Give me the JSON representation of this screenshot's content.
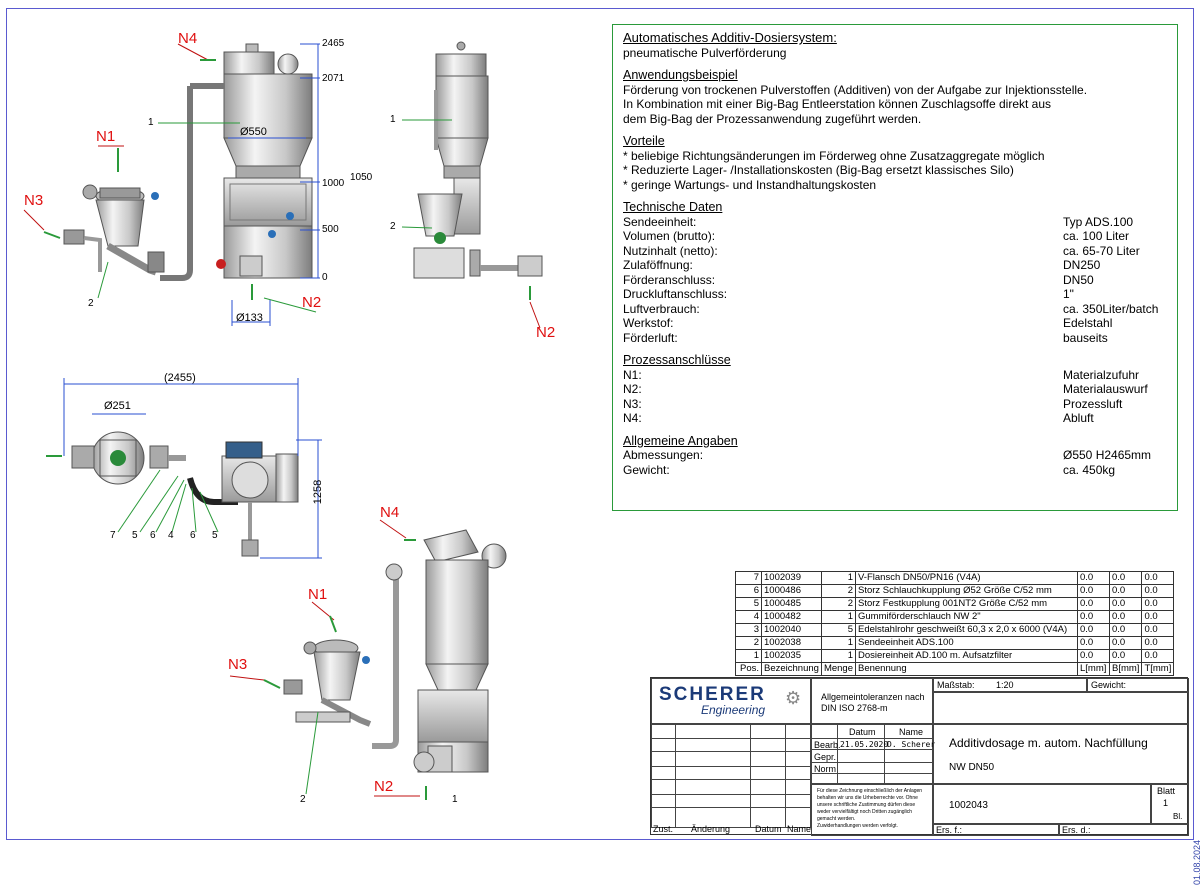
{
  "info": {
    "title": "Automatisches  Additiv-Dosiersystem:",
    "subtitle": "pneumatische Pulverförderung",
    "section1_title": "Anwendungsbeispiel",
    "section1_lines": [
      "Förderung von trockenen Pulverstoffen (Additiven) von der Aufgabe zur Injektionsstelle.",
      "In Kombination mit einer Big-Bag Entleerstation können Zuschlagsoffe direkt aus",
      "dem Big-Bag der Prozessanwendung zugeführt werden."
    ],
    "section2_title": "Vorteile",
    "section2_lines": [
      "* beliebige Richtungsänderungen im Förderweg ohne Zusatzaggregate möglich",
      "* Reduzierte Lager- /Installationskosten (Big-Bag ersetzt klassisches Silo)",
      "* geringe Wartungs- und Instandhaltungskosten"
    ],
    "section3_title": "Technische Daten",
    "tech": [
      {
        "label": "Sendeeinheit:",
        "value": "Typ ADS.100"
      },
      {
        "label": "Volumen (brutto):",
        "value": "ca. 100 Liter"
      },
      {
        "label": "Nutzinhalt (netto):",
        "value": "ca. 65-70 Liter"
      },
      {
        "label": "Zulaföffnung:",
        "value": "DN250"
      },
      {
        "label": "Förderanschluss:",
        "value": "DN50"
      },
      {
        "label": "Druckluftanschluss:",
        "value": "1\""
      },
      {
        "label": "Luftverbrauch:",
        "value": "ca. 350Liter/batch"
      },
      {
        "label": "Werkstof:",
        "value": "Edelstahl"
      },
      {
        "label": "Förderluft:",
        "value": "bauseits"
      }
    ],
    "section4_title": "Prozessanschlüsse",
    "process": [
      {
        "label": "N1:",
        "value": "Materialzufuhr"
      },
      {
        "label": "N2:",
        "value": "Materialauswurf"
      },
      {
        "label": "N3:",
        "value": "Prozessluft"
      },
      {
        "label": "N4:",
        "value": "Abluft"
      }
    ],
    "section5_title": "Allgemeine Angaben",
    "general": [
      {
        "label": "Abmessungen:",
        "value": "Ø550 H2465mm"
      },
      {
        "label": "Gewicht:",
        "value": "ca. 450kg"
      }
    ]
  },
  "parts": {
    "rows": [
      [
        "7",
        "1002039",
        "1",
        "V-Flansch DN50/PN16 (V4A)",
        "0.0",
        "0.0",
        "0.0"
      ],
      [
        "6",
        "1000486",
        "2",
        " Storz Schlauchkupplung Ø52 Größe C/52 mm",
        "0.0",
        "0.0",
        "0.0"
      ],
      [
        "5",
        "1000485",
        "2",
        "Storz Festkupplung 001NT2 Größe C/52 mm",
        "0.0",
        "0.0",
        "0.0"
      ],
      [
        "4",
        "1000482",
        "1",
        "Gummiförderschlauch NW 2\"",
        "0.0",
        "0.0",
        "0.0"
      ],
      [
        "3",
        "1002040",
        "5",
        "Edelstahlrohr geschweißt 60,3 x 2,0 x 6000 (V4A)",
        "0.0",
        "0.0",
        "0.0"
      ],
      [
        "2",
        "1002038",
        "1",
        "Sendeeinheit ADS.100",
        "0.0",
        "0.0",
        "0.0"
      ],
      [
        "1",
        "1002035",
        "1",
        "Dosiereinheit AD.100 m. Aufsatzfilter",
        "0.0",
        "0.0",
        "0.0"
      ]
    ],
    "header": [
      "Pos.",
      "Bezeichnung",
      "Menge",
      "Benennung",
      "L[mm]",
      "B[mm]",
      "T[mm]"
    ]
  },
  "titleblock": {
    "logo_top": "SCHERER",
    "logo_bottom": "Engineering",
    "tolerance": [
      "Allgemeintoleranzen nach",
      "DIN ISO 2768-m"
    ],
    "massstab_label": "Maßstab:",
    "massstab_value": "1:20",
    "gewicht_label": "Gewicht:",
    "datum_label": "Datum",
    "name_label": "Name",
    "bearb_label": "Bearb.",
    "bearb_date": "21.05.2020",
    "bearb_name": "D. Scherer",
    "gepr_label": "Gepr.",
    "norm_label": "Norm",
    "drawing_title": "Additivdosage m. autom. Nachfüllung",
    "drawing_sub": "NW DN50",
    "drawing_no": "1002043",
    "blatt_label": "Blatt",
    "blatt_value": "1",
    "bl_label": "Bl.",
    "zust": "Zust.",
    "aenderung": "Änderung",
    "datum2": "Datum",
    "name2": "Name",
    "ers_f": "Ers. f.:",
    "ers_d": "Ers. d.:",
    "legal": [
      "Für diese Zeichnung einschließlich der Anlagen",
      "behalten wir uns die Urheberrechte vor. Ohne",
      "unsere schriftliche Zustimmung dürfen diese",
      "weder vervielfältigt noch Dritten zugänglich",
      "gemacht werden.",
      "Zuwiderhandlungen werden verfolgt."
    ],
    "edge_date": "01.08.2024"
  },
  "drawing": {
    "labels": {
      "n1": "N1",
      "n2": "N2",
      "n3": "N3",
      "n4": "N4"
    },
    "dims": {
      "h2465": "2465",
      "h2071": "2071",
      "h1050": "1050",
      "h1000": "1000",
      "h500": "500",
      "h0": "0",
      "d550": "Ø550",
      "d133": "Ø133",
      "w2455": "(2455)",
      "d251": "Ø251",
      "h1258": "1258"
    },
    "pos": {
      "p1": "1",
      "p2": "2",
      "p4": "4",
      "p5": "5",
      "p6": "6",
      "p7": "7"
    }
  }
}
